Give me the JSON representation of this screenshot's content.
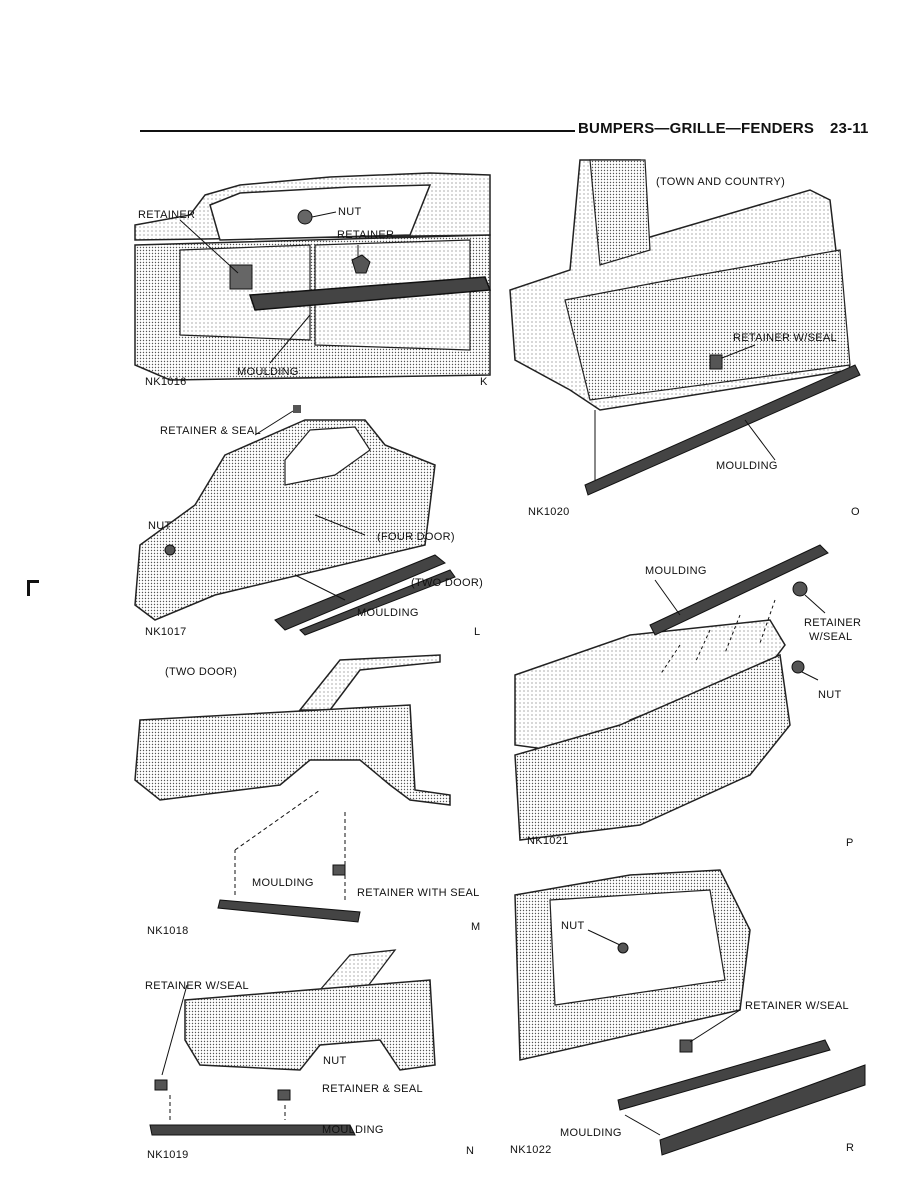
{
  "header": {
    "section": "BUMPERS—GRILLE—FENDERS",
    "page": "23-11"
  },
  "figures": [
    {
      "id": "NK1016",
      "letter": "K",
      "labels": [
        "RETAINER",
        "NUT",
        "RETAINER",
        "MOULDING"
      ]
    },
    {
      "id": "NK1017",
      "letter": "L",
      "labels": [
        "RETAINER & SEAL",
        "NUT",
        "(FOUR DOOR)",
        "(TWO DOOR)",
        "MOULDING"
      ]
    },
    {
      "id": "NK1018",
      "letter": "M",
      "caption": "(TWO DOOR)",
      "labels": [
        "MOULDING",
        "RETAINER WITH SEAL"
      ]
    },
    {
      "id": "NK1019",
      "letter": "N",
      "labels": [
        "RETAINER W/SEAL",
        "NUT",
        "RETAINER & SEAL",
        "MOULDING"
      ]
    },
    {
      "id": "NK1020",
      "letter": "O",
      "caption": "(TOWN AND COUNTRY)",
      "labels": [
        "RETAINER W/SEAL",
        "MOULDING"
      ]
    },
    {
      "id": "NK1021",
      "letter": "P",
      "labels": [
        "MOULDING",
        "RETAINER",
        "W/SEAL",
        "NUT"
      ]
    },
    {
      "id": "NK1022",
      "letter": "R",
      "labels": [
        "NUT",
        "RETAINER W/SEAL",
        "MOULDING"
      ]
    }
  ]
}
